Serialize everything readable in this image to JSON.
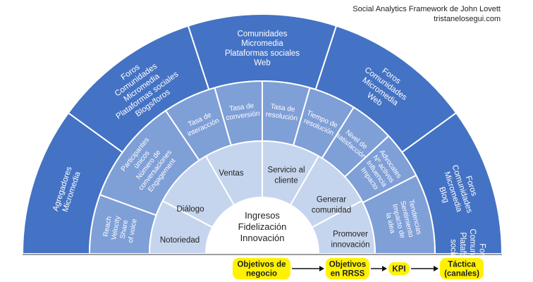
{
  "header": {
    "title": "Social Analytics Framework de John Lovett",
    "source": "tristanelosegui.com"
  },
  "center": {
    "lines": [
      "Ingresos",
      "Fidelización",
      "Innovación"
    ]
  },
  "objetivos_rrss": [
    {
      "lines": [
        "Notoriedad"
      ]
    },
    {
      "lines": [
        "Diálogo"
      ]
    },
    {
      "lines": [
        "Ventas"
      ]
    },
    {
      "lines": [
        "Servicio al",
        "cliente"
      ]
    },
    {
      "lines": [
        "Generar",
        "comunidad"
      ]
    },
    {
      "lines": [
        "Promover",
        "innovación"
      ]
    }
  ],
  "kpi": [
    {
      "lines": [
        "Reach",
        "Velocity",
        "Share",
        "of voice"
      ]
    },
    {
      "lines": [
        "Participantes",
        "únicos",
        "Número de",
        "conversaciones",
        "Engagement"
      ]
    },
    {
      "lines": [
        "Tasa de",
        "interacción"
      ]
    },
    {
      "lines": [
        "Tasa de",
        "conversión"
      ]
    },
    {
      "lines": [
        "Tasa de",
        "resolución"
      ]
    },
    {
      "lines": [
        "Tiempo de",
        "resolución"
      ]
    },
    {
      "lines": [
        "Nivel de",
        "satisfacción"
      ]
    },
    {
      "lines": [
        "Advocates",
        "Nº activos",
        "Influencia",
        "Impacto"
      ]
    },
    {
      "lines": [
        "Tendencias",
        "Sentimiento",
        "Impacto de",
        "la idea"
      ]
    }
  ],
  "tactica": [
    {
      "lines": [
        "Agregadores",
        "Micromedia"
      ]
    },
    {
      "lines": [
        "Foros",
        "Comunidades",
        "Micromedia",
        "Plataformas sociales",
        "Blogs/foros"
      ]
    },
    {
      "lines": [
        "Comunidades",
        "Micromedia",
        "Plataformas sociales",
        "Web"
      ]
    },
    {
      "lines": [
        "Foros",
        "Comunidades",
        "Micromedia",
        "Web"
      ]
    },
    {
      "lines": [
        "Foros",
        "Comunidades",
        "Micromedia",
        "Blog"
      ]
    },
    {
      "lines": [
        "Foros",
        "Comunidades",
        "Plataformas",
        "sociales"
      ]
    }
  ],
  "legend": {
    "objetivos_negocio": [
      "Objetivos de",
      "negocio"
    ],
    "objetivos_rrss": [
      "Objetivos",
      "en RRSS"
    ],
    "kpi": [
      "KPI"
    ],
    "tactica": [
      "Táctica",
      "(canales)"
    ]
  },
  "colors": {
    "outer_ring": "#4472C4",
    "kpi_ring": "#7F9FD7",
    "objetivos_ring": "#C6D5EE",
    "center": "#FFFFFF",
    "dark_text": "#1F1F1F",
    "light_text": "#FFFFFF",
    "highlight": "#FFF200"
  }
}
